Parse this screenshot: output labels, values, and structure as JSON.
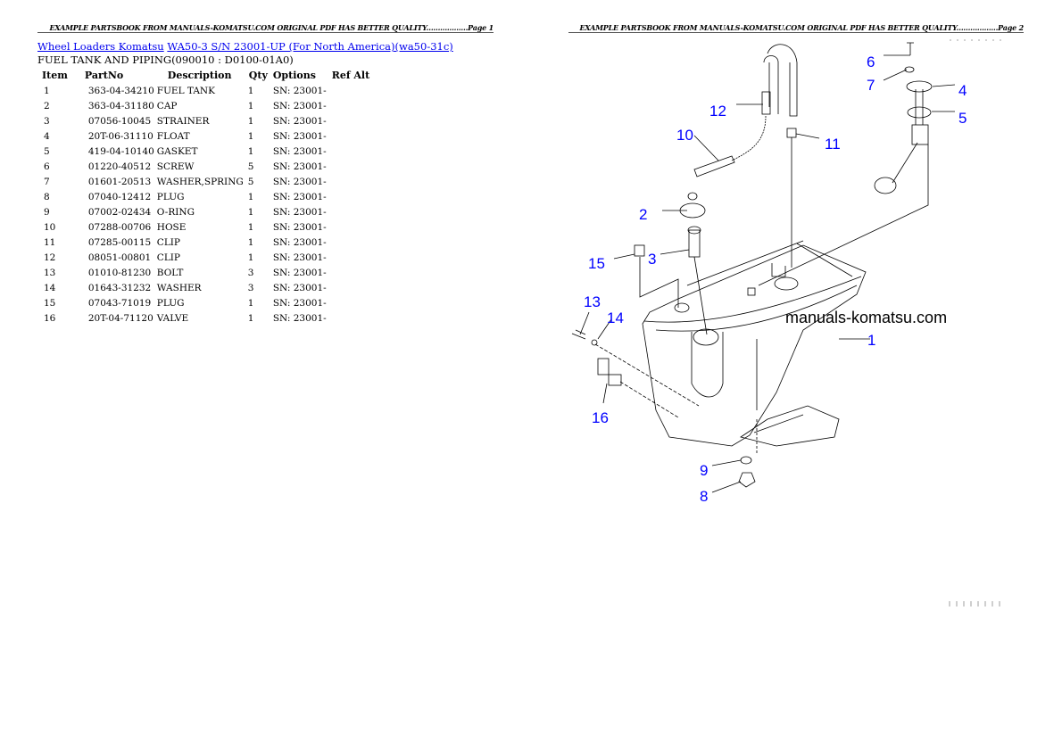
{
  "pages": [
    {
      "header": "EXAMPLE PARTSBOOK FROM MANUALS-KOMATSU.COM ORIGINAL PDF HAS BETTER QUALITY..................Page 1"
    },
    {
      "header": "EXAMPLE PARTSBOOK FROM MANUALS-KOMATSU.COM ORIGINAL PDF HAS BETTER QUALITY..................Page 2"
    }
  ],
  "breadcrumb": {
    "link1": "Wheel Loaders Komatsu",
    "link2": "WA50-3 S/N 23001-UP (For North America)(wa50-31c)"
  },
  "section_title": "FUEL TANK AND PIPING(090010 : D0100-01A0)",
  "table": {
    "columns": [
      "Item",
      "PartNo",
      "Description",
      "Qty",
      "Options",
      "Ref Alt"
    ],
    "rows": [
      [
        "1",
        "363-04-34210",
        "FUEL TANK",
        "1",
        "SN: 23001-",
        ""
      ],
      [
        "2",
        "363-04-31180",
        "CAP",
        "1",
        "SN: 23001-",
        ""
      ],
      [
        "3",
        "07056-10045",
        "STRAINER",
        "1",
        "SN: 23001-",
        ""
      ],
      [
        "4",
        "20T-06-31110",
        "FLOAT",
        "1",
        "SN: 23001-",
        ""
      ],
      [
        "5",
        "419-04-10140",
        "GASKET",
        "1",
        "SN: 23001-",
        ""
      ],
      [
        "6",
        "01220-40512",
        "SCREW",
        "5",
        "SN: 23001-",
        ""
      ],
      [
        "7",
        "01601-20513",
        "WASHER,SPRING",
        "5",
        "SN: 23001-",
        ""
      ],
      [
        "8",
        "07040-12412",
        "PLUG",
        "1",
        "SN: 23001-",
        ""
      ],
      [
        "9",
        "07002-02434",
        "O-RING",
        "1",
        "SN: 23001-",
        ""
      ],
      [
        "10",
        "07288-00706",
        "HOSE",
        "1",
        "SN: 23001-",
        ""
      ],
      [
        "11",
        "07285-00115",
        "CLIP",
        "1",
        "SN: 23001-",
        ""
      ],
      [
        "12",
        "08051-00801",
        "CLIP",
        "1",
        "SN: 23001-",
        ""
      ],
      [
        "13",
        "01010-81230",
        "BOLT",
        "3",
        "SN: 23001-",
        ""
      ],
      [
        "14",
        "01643-31232",
        "WASHER",
        "3",
        "SN: 23001-",
        ""
      ],
      [
        "15",
        "07043-71019",
        "PLUG",
        "1",
        "SN: 23001-",
        ""
      ],
      [
        "16",
        "20T-04-71120",
        "VALVE",
        "1",
        "SN: 23001-",
        ""
      ]
    ]
  },
  "diagram": {
    "watermark": "manuals-komatsu.com",
    "callout_color": "#0000ff",
    "callouts": [
      "1",
      "2",
      "3",
      "4",
      "5",
      "6",
      "7",
      "8",
      "9",
      "10",
      "11",
      "12",
      "13",
      "14",
      "15",
      "16"
    ]
  }
}
